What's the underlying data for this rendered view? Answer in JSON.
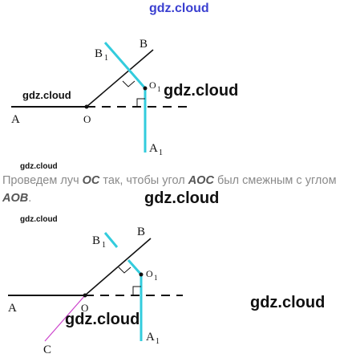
{
  "watermarks": {
    "top": "gdz.cloud",
    "fig1_left": "gdz.cloud",
    "fig1_right": "gdz.cloud",
    "small_1": "gdz.cloud",
    "mid_text": "gdz.cloud",
    "small_2": "gdz.cloud",
    "fig2_right": "gdz.cloud",
    "fig2_bottom": "gdz.cloud"
  },
  "paragraph": {
    "part1": "Проведем луч ",
    "ray": "OC",
    "part2": " так, чтобы угол ",
    "angle1": "AOC",
    "part3": " был смежным с углом ",
    "angle2": "AOB",
    "part4": "."
  },
  "figure1": {
    "labels": {
      "A": "A",
      "O": "O",
      "B": "B",
      "B1": "B",
      "B1_sub": "1",
      "O1": "O",
      "O1_sub": "1",
      "A1": "A",
      "A1_sub": "1"
    }
  },
  "figure2": {
    "labels": {
      "A": "A",
      "O": "O",
      "B": "B",
      "B1": "B",
      "B1_sub": "1",
      "O1": "O",
      "O1_sub": "1",
      "A1": "A",
      "A1_sub": "1",
      "C": "C"
    }
  },
  "colors": {
    "cyan": "#33ccdd",
    "magenta": "#cc44cc",
    "line": "#111111",
    "watermark_top": "#3a3fd0"
  }
}
